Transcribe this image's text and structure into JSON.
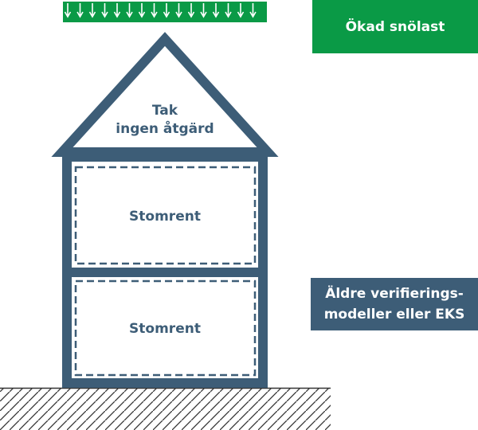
{
  "colors": {
    "structure": "#3d5d77",
    "snow_load": "#0a9a46",
    "ground_hatch": "#333333",
    "background": "#ffffff"
  },
  "labels": {
    "roof_line1": "Tak",
    "roof_line2": "ingen åtgärd",
    "upper_floor": "Stomrent",
    "lower_floor": "Stomrent"
  },
  "badges": {
    "snow_load": "Ökad snölast",
    "verification_line1": "Äldre verifierings-",
    "verification_line2": "modeller eller EKS"
  },
  "icons": {
    "snow_arrows": "down-arrow-icon",
    "ground": "ground-hatch-icon"
  }
}
